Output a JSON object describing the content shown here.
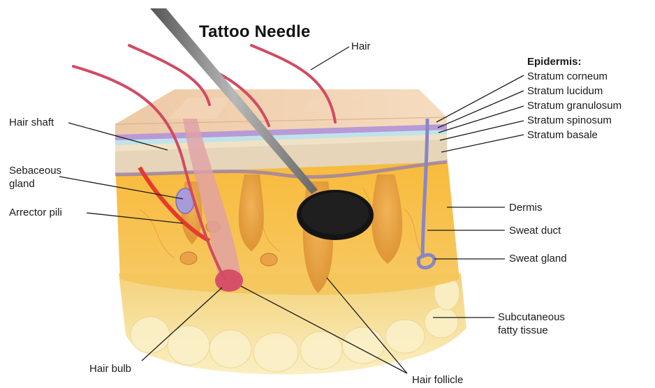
{
  "title": "Tattoo Needle",
  "labels": {
    "hair": "Hair",
    "epidermis": "Epidermis:",
    "stratum_corneum": "Stratum corneum",
    "stratum_lucidum": "Stratum lucidum",
    "stratum_granulosum": "Stratum granulosum",
    "stratum_spinosum": "Stratum spinosum",
    "stratum_basale": "Stratum basale",
    "hair_shaft": "Hair shaft",
    "sebaceous_gland_1": "Sebaceous",
    "sebaceous_gland_2": "gland",
    "arrector_pili": "Arrector pili",
    "dermis": "Dermis",
    "sweat_duct": "Sweat duct",
    "sweat_gland": "Sweat gland",
    "subcutaneous_1": "Subcutaneous",
    "subcutaneous_2": "fatty tissue",
    "hair_bulb": "Hair bulb",
    "hair_follicle": "Hair follicle"
  },
  "colors": {
    "skin_surface": "#f0d2b0",
    "lucidum": "#b79ad6",
    "granulosum": "#b8e0e8",
    "dermis": "#f5b435",
    "subcutaneous": "#f7e7a8",
    "hair": "#d9566a",
    "ink": "#151515",
    "needle": "#7a7a7a"
  }
}
